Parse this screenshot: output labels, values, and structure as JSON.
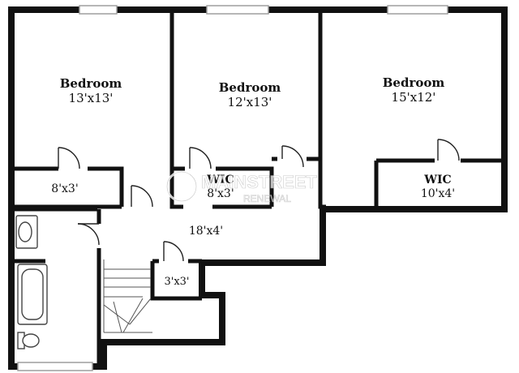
{
  "rooms": [
    {
      "id": "bedroom-1",
      "name": "Bedroom",
      "dims": "13'x13'"
    },
    {
      "id": "bedroom-2",
      "name": "Bedroom",
      "dims": "12'x13'"
    },
    {
      "id": "bedroom-3",
      "name": "Bedroom",
      "dims": "15'x12'"
    },
    {
      "id": "closet-left",
      "name": "",
      "dims": "8'x3'"
    },
    {
      "id": "wic-middle",
      "name": "WIC",
      "dims": "8'x3'"
    },
    {
      "id": "wic-right",
      "name": "WIC",
      "dims": "10'x4'"
    },
    {
      "id": "hallway",
      "name": "",
      "dims": "18'x4'"
    },
    {
      "id": "linen-closet",
      "name": "",
      "dims": "3'x3'"
    }
  ],
  "watermark": {
    "line1": "MAINSTREET",
    "line2": "RENEWAL"
  },
  "colors": {
    "wall": "#111111",
    "window": "#9e9e9e",
    "door": "#222222",
    "fixture": "#444444"
  }
}
